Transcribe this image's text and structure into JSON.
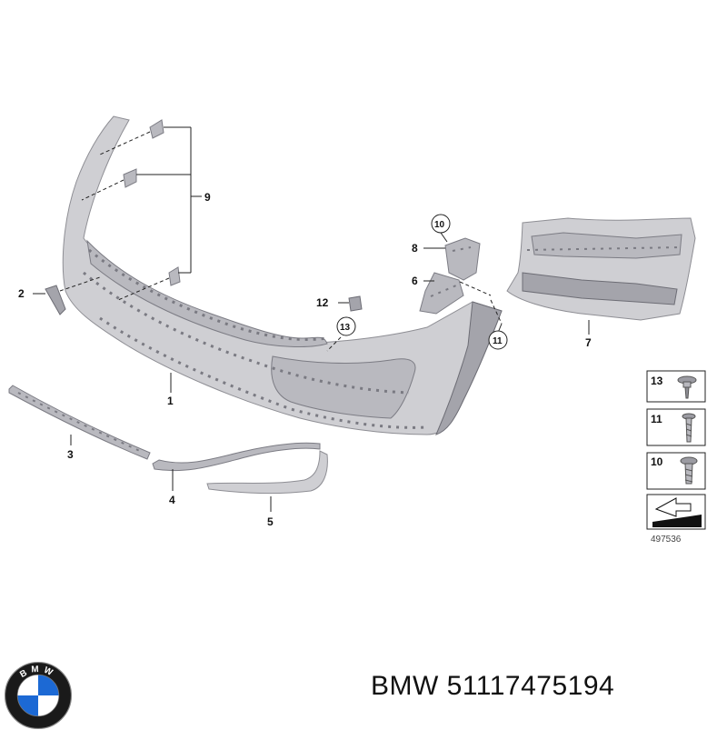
{
  "callouts": {
    "c1": "1",
    "c2": "2",
    "c3": "3",
    "c4": "4",
    "c5": "5",
    "c6": "6",
    "c7": "7",
    "c8": "8",
    "c9": "9",
    "c10": "10",
    "c11": "11",
    "c12": "12",
    "c13": "13"
  },
  "fastener_legend": {
    "r13": "13",
    "r11": "11",
    "r10": "10"
  },
  "catalog_number": "497536",
  "brand": {
    "logo_letters": "BMW",
    "caption": "BMW 51117475194"
  },
  "colors": {
    "part_gray": "#cfcfd3",
    "logo_blue": "#1c69d4",
    "logo_black": "#1a1a1a"
  }
}
